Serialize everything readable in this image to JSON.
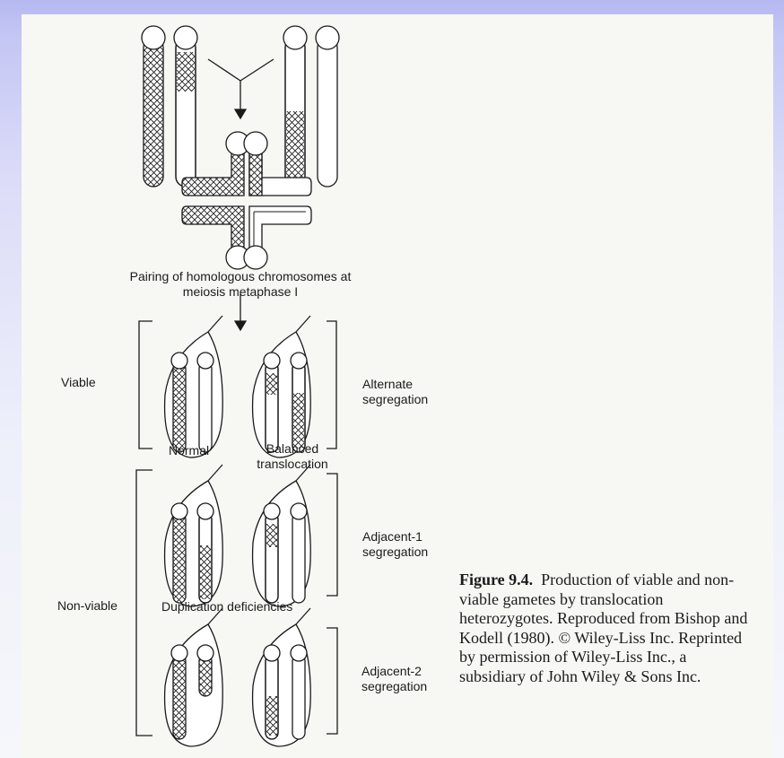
{
  "labels": {
    "pairing_line1": "Pairing of homologous chromosomes at",
    "pairing_line2": "meiosis metaphase I",
    "viable": "Viable",
    "non_viable": "Non-viable",
    "alternate_line1": "Alternate",
    "alternate_line2": "segregation",
    "adjacent1_line1": "Adjacent-1",
    "adjacent1_line2": "segregation",
    "adjacent2_line1": "Adjacent-2",
    "adjacent2_line2": "segregation",
    "normal": "Normal",
    "balanced_line1": "Balanced",
    "balanced_line2": "translocation",
    "duplication_deficiencies": "Duplication deficiencies"
  },
  "caption": {
    "figure_number": "Figure 9.4.",
    "text": "Production of viable and non-viable gametes by translocation heterozygotes. Reproduced from Bishop and Kodell (1980). © Wiley-Liss Inc. Reprinted by permission of Wiley-Liss Inc., a subsidiary of John Wiley & Sons Inc."
  }
}
